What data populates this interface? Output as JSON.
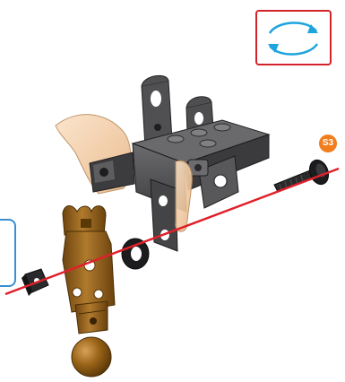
{
  "step_badge": {
    "label": "S3",
    "color": "#f07e1c"
  },
  "rotate_hint": {
    "icon": "rotate-arrows-icon",
    "frame_color": "#d2232a",
    "arrow_color": "#1ea4dc"
  },
  "assembly_line": {
    "color": "#e0202a"
  },
  "parts": [
    {
      "name": "bracket-assembly",
      "color": "#4a4a4c"
    },
    {
      "name": "clear-wing-panel",
      "color": "#f2c9a2"
    },
    {
      "name": "gold-figure-torso",
      "color": "#8b5a16"
    },
    {
      "name": "black-washer",
      "color": "#1e1e1e"
    },
    {
      "name": "square-nut",
      "color": "#2a2a2c"
    },
    {
      "name": "long-screw",
      "color": "#1a1a1a"
    }
  ]
}
